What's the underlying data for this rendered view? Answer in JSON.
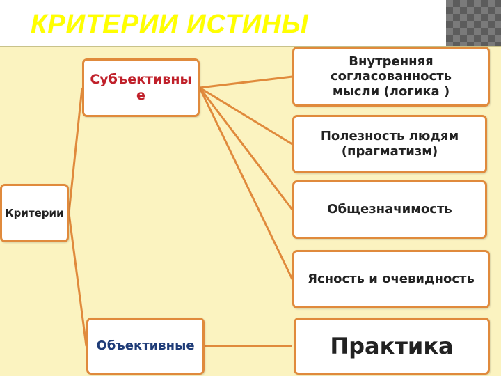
{
  "slide": {
    "title": "КРИТЕРИИ ИСТИНЫ"
  },
  "diagram": {
    "root": "Критерии",
    "subjective": "Субъективные",
    "objective": "Объективные",
    "subjective_items": [
      "Внутренняя согласованность мысли (логика )",
      "Полезность людям (прагматизм)",
      "Общезначимость",
      "Ясность и очевидность"
    ],
    "objective_item": "Практика"
  },
  "colors": {
    "title": "#ffff00",
    "panel": "#fbf3c0",
    "box_border": "#e08a3c",
    "subjective_text": "#c0202a",
    "objective_text": "#1f3c78"
  }
}
